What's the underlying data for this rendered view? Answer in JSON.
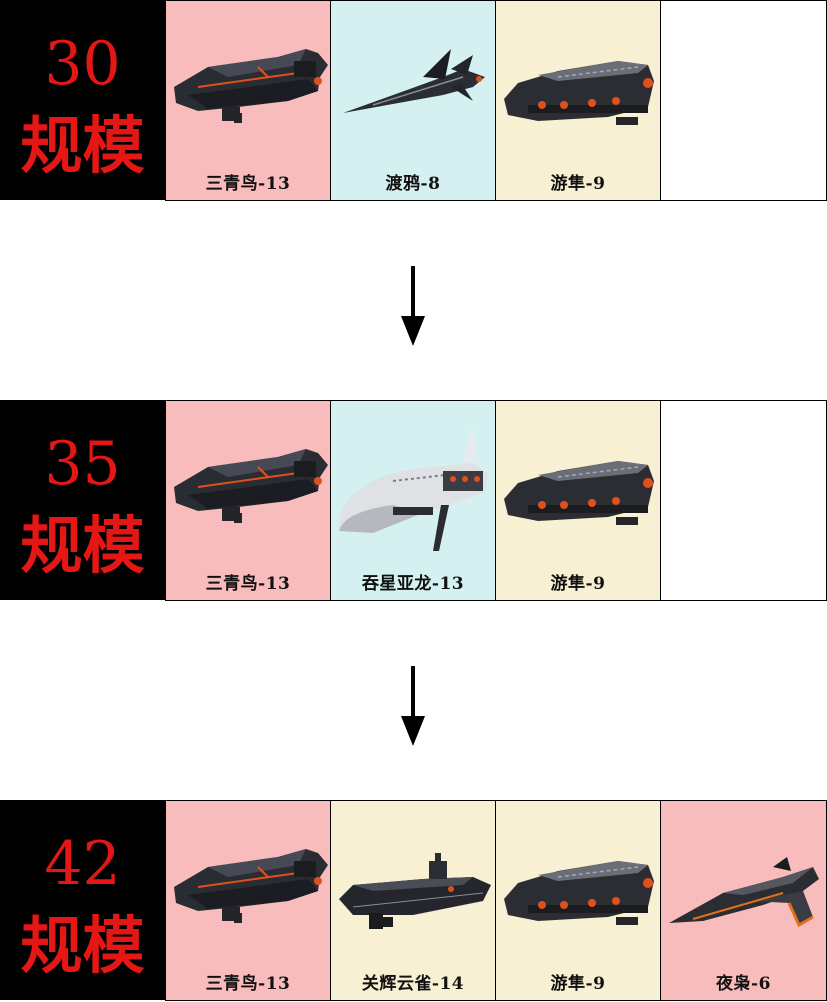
{
  "rows": [
    {
      "scale_number": "30",
      "scale_word": "规模",
      "cells": [
        {
          "label": "三青鸟-13",
          "color": "#f8bcbc",
          "icon": "battleship-icon"
        },
        {
          "label": "渡鸦-8",
          "color": "#d4f0f0",
          "icon": "frigate-icon"
        },
        {
          "label": "游隼-9",
          "color": "#f8f0d2",
          "icon": "cruiser-icon"
        },
        {
          "label": "",
          "color": "#ffffff",
          "icon": ""
        }
      ]
    },
    {
      "scale_number": "35",
      "scale_word": "规模",
      "cells": [
        {
          "label": "三青鸟-13",
          "color": "#f8bcbc",
          "icon": "battleship-icon"
        },
        {
          "label": "吞星亚龙-13",
          "color": "#d4f0f0",
          "icon": "white-carrier-icon"
        },
        {
          "label": "游隼-9",
          "color": "#f8f0d2",
          "icon": "cruiser-icon"
        },
        {
          "label": "",
          "color": "#ffffff",
          "icon": ""
        }
      ]
    },
    {
      "scale_number": "42",
      "scale_word": "规模",
      "cells": [
        {
          "label": "三青鸟-13",
          "color": "#f8bcbc",
          "icon": "battleship-icon"
        },
        {
          "label": "关辉云雀-14",
          "color": "#f8f0d2",
          "icon": "dark-carrier-icon"
        },
        {
          "label": "游隼-9",
          "color": "#f8f0d2",
          "icon": "cruiser-icon"
        },
        {
          "label": "夜枭-6",
          "color": "#f8bcbc",
          "icon": "fighter-ship-icon"
        }
      ]
    }
  ]
}
